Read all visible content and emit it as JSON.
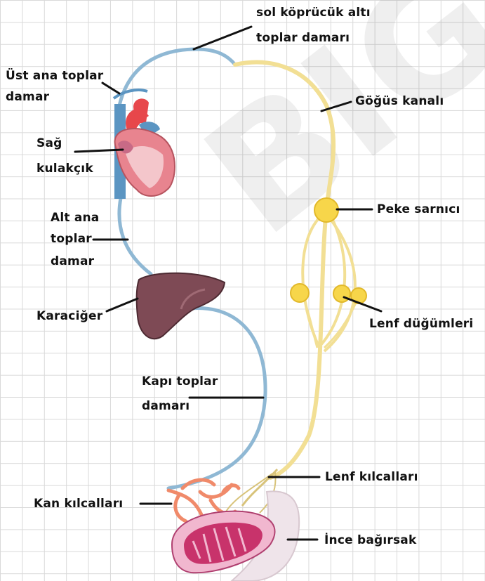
{
  "watermark": "BIG",
  "labels": {
    "subclavian_l1": "sol köprücük altı",
    "subclavian_l2": "toplar damarı",
    "svc_l1": "Üst ana toplar",
    "svc_l2": "damar",
    "thoracic_duct": "Göğüs kanalı",
    "right_atrium_l1": "Sağ",
    "right_atrium_l2": "kulakçık",
    "cisterna_chyli": "Peke sarnıcı",
    "ivc_l1": "Alt ana",
    "ivc_l2": "toplar",
    "ivc_l3": "damar",
    "liver": "Karaciğer",
    "lymph_nodes": "Lenf düğümleri",
    "portal_l1": "Kapı toplar",
    "portal_l2": "damarı",
    "lymph_capillaries": "Lenf kılcalları",
    "blood_capillaries": "Kan kılcalları",
    "small_intestine": "İnce bağırsak"
  },
  "colors": {
    "vein": "#8fb8d4",
    "lymph": "#f2df94",
    "node": "#f7d64a",
    "heart": "#e8848f",
    "liver": "#7e4a55",
    "capillary": "#f08a6a",
    "intestine": "#c8336b"
  }
}
